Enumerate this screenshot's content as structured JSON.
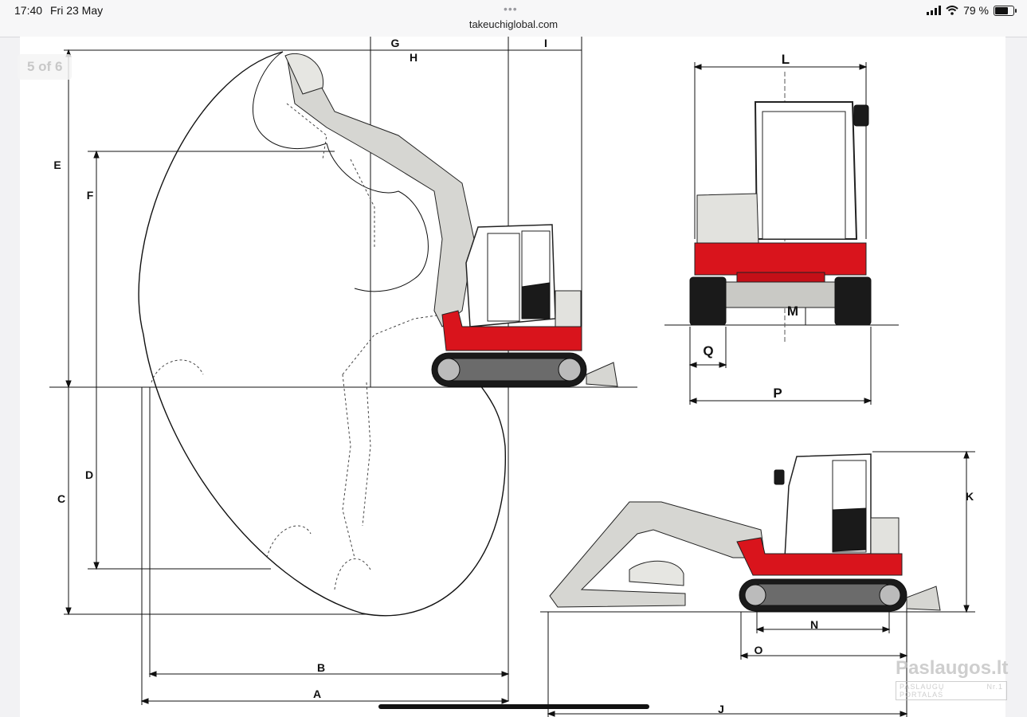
{
  "status_bar": {
    "time": "17:40",
    "date": "Fri 23 May",
    "dots": "•••",
    "url": "takeuchiglobal.com",
    "battery_text": "79 %",
    "battery_level": 0.79
  },
  "viewer": {
    "page_counter": "5 of 6"
  },
  "watermark": {
    "title": "Paslaugos.lt",
    "subtitle": "PASLAUGŲ PORTALAS",
    "badge": "Nr.1"
  },
  "dimension_labels": {
    "A": "A",
    "B": "B",
    "C": "C",
    "D": "D",
    "E": "E",
    "F": "F",
    "G": "G",
    "H": "H",
    "I": "I",
    "J": "J",
    "K": "K",
    "L": "L",
    "M": "M",
    "N": "N",
    "O": "O",
    "P": "P",
    "Q": "Q"
  },
  "colors": {
    "machine_red": "#d9141c",
    "machine_grey": "#d6d6d2",
    "track_black": "#1a1a1a",
    "line": "#111111"
  }
}
